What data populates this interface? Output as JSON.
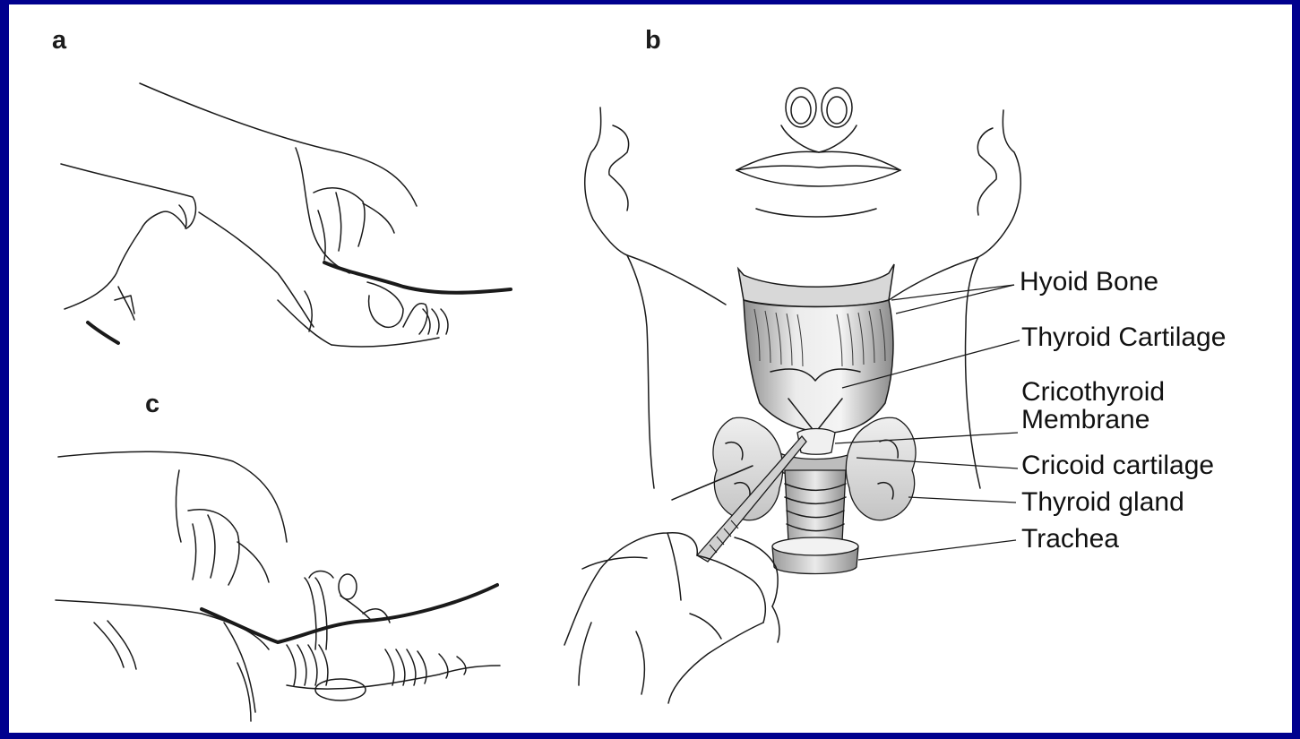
{
  "panels": {
    "a": "a",
    "b": "b",
    "c": "c"
  },
  "labels": {
    "hyoid_bone": "Hyoid Bone",
    "thyroid_cartilage": "Thyroid Cartilage",
    "cricothyroid_membrane": "Cricothyroid\nMembrane",
    "cricoid_cartilage": "Cricoid cartilage",
    "thyroid_gland": "Thyroid gland",
    "trachea": "Trachea"
  },
  "colors": {
    "border": "#00008e",
    "background": "#ffffff",
    "ink": "#1a1a1a"
  }
}
